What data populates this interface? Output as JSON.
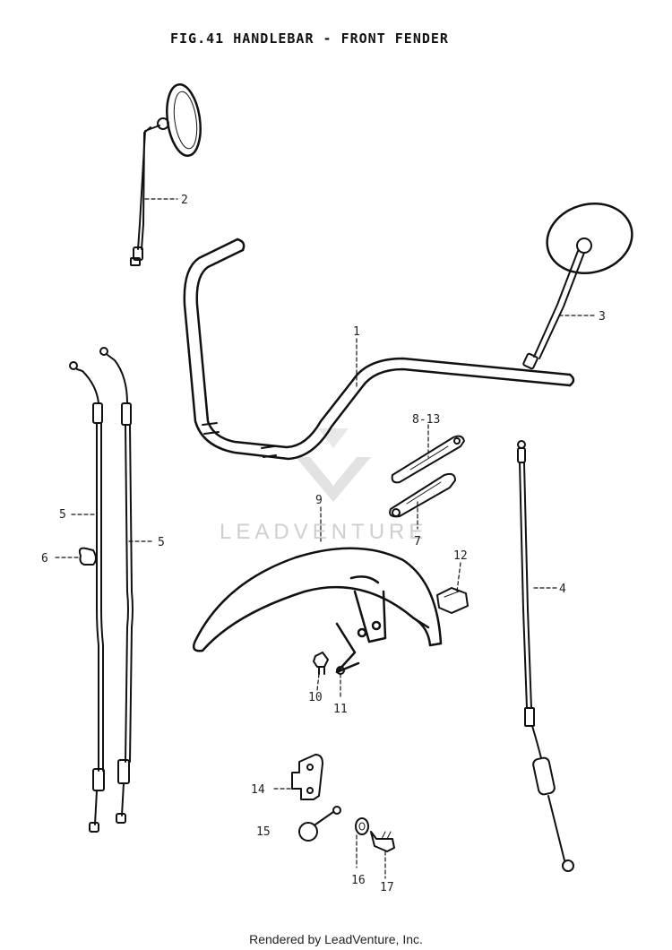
{
  "title": "FIG.41  HANDLEBAR - FRONT FENDER",
  "watermark": "LEADVENTURE",
  "footer": "Rendered by LeadVenture, Inc.",
  "callouts": [
    {
      "id": "1",
      "label": "1"
    },
    {
      "id": "2",
      "label": "2"
    },
    {
      "id": "3",
      "label": "3"
    },
    {
      "id": "4",
      "label": "4"
    },
    {
      "id": "5a",
      "label": "5"
    },
    {
      "id": "5b",
      "label": "5"
    },
    {
      "id": "6",
      "label": "6"
    },
    {
      "id": "7",
      "label": "7"
    },
    {
      "id": "8-13",
      "label": "8-13"
    },
    {
      "id": "9",
      "label": "9"
    },
    {
      "id": "10",
      "label": "10"
    },
    {
      "id": "11",
      "label": "11"
    },
    {
      "id": "12",
      "label": "12"
    },
    {
      "id": "14",
      "label": "14"
    },
    {
      "id": "15",
      "label": "15"
    },
    {
      "id": "16",
      "label": "16"
    },
    {
      "id": "17",
      "label": "17"
    }
  ]
}
